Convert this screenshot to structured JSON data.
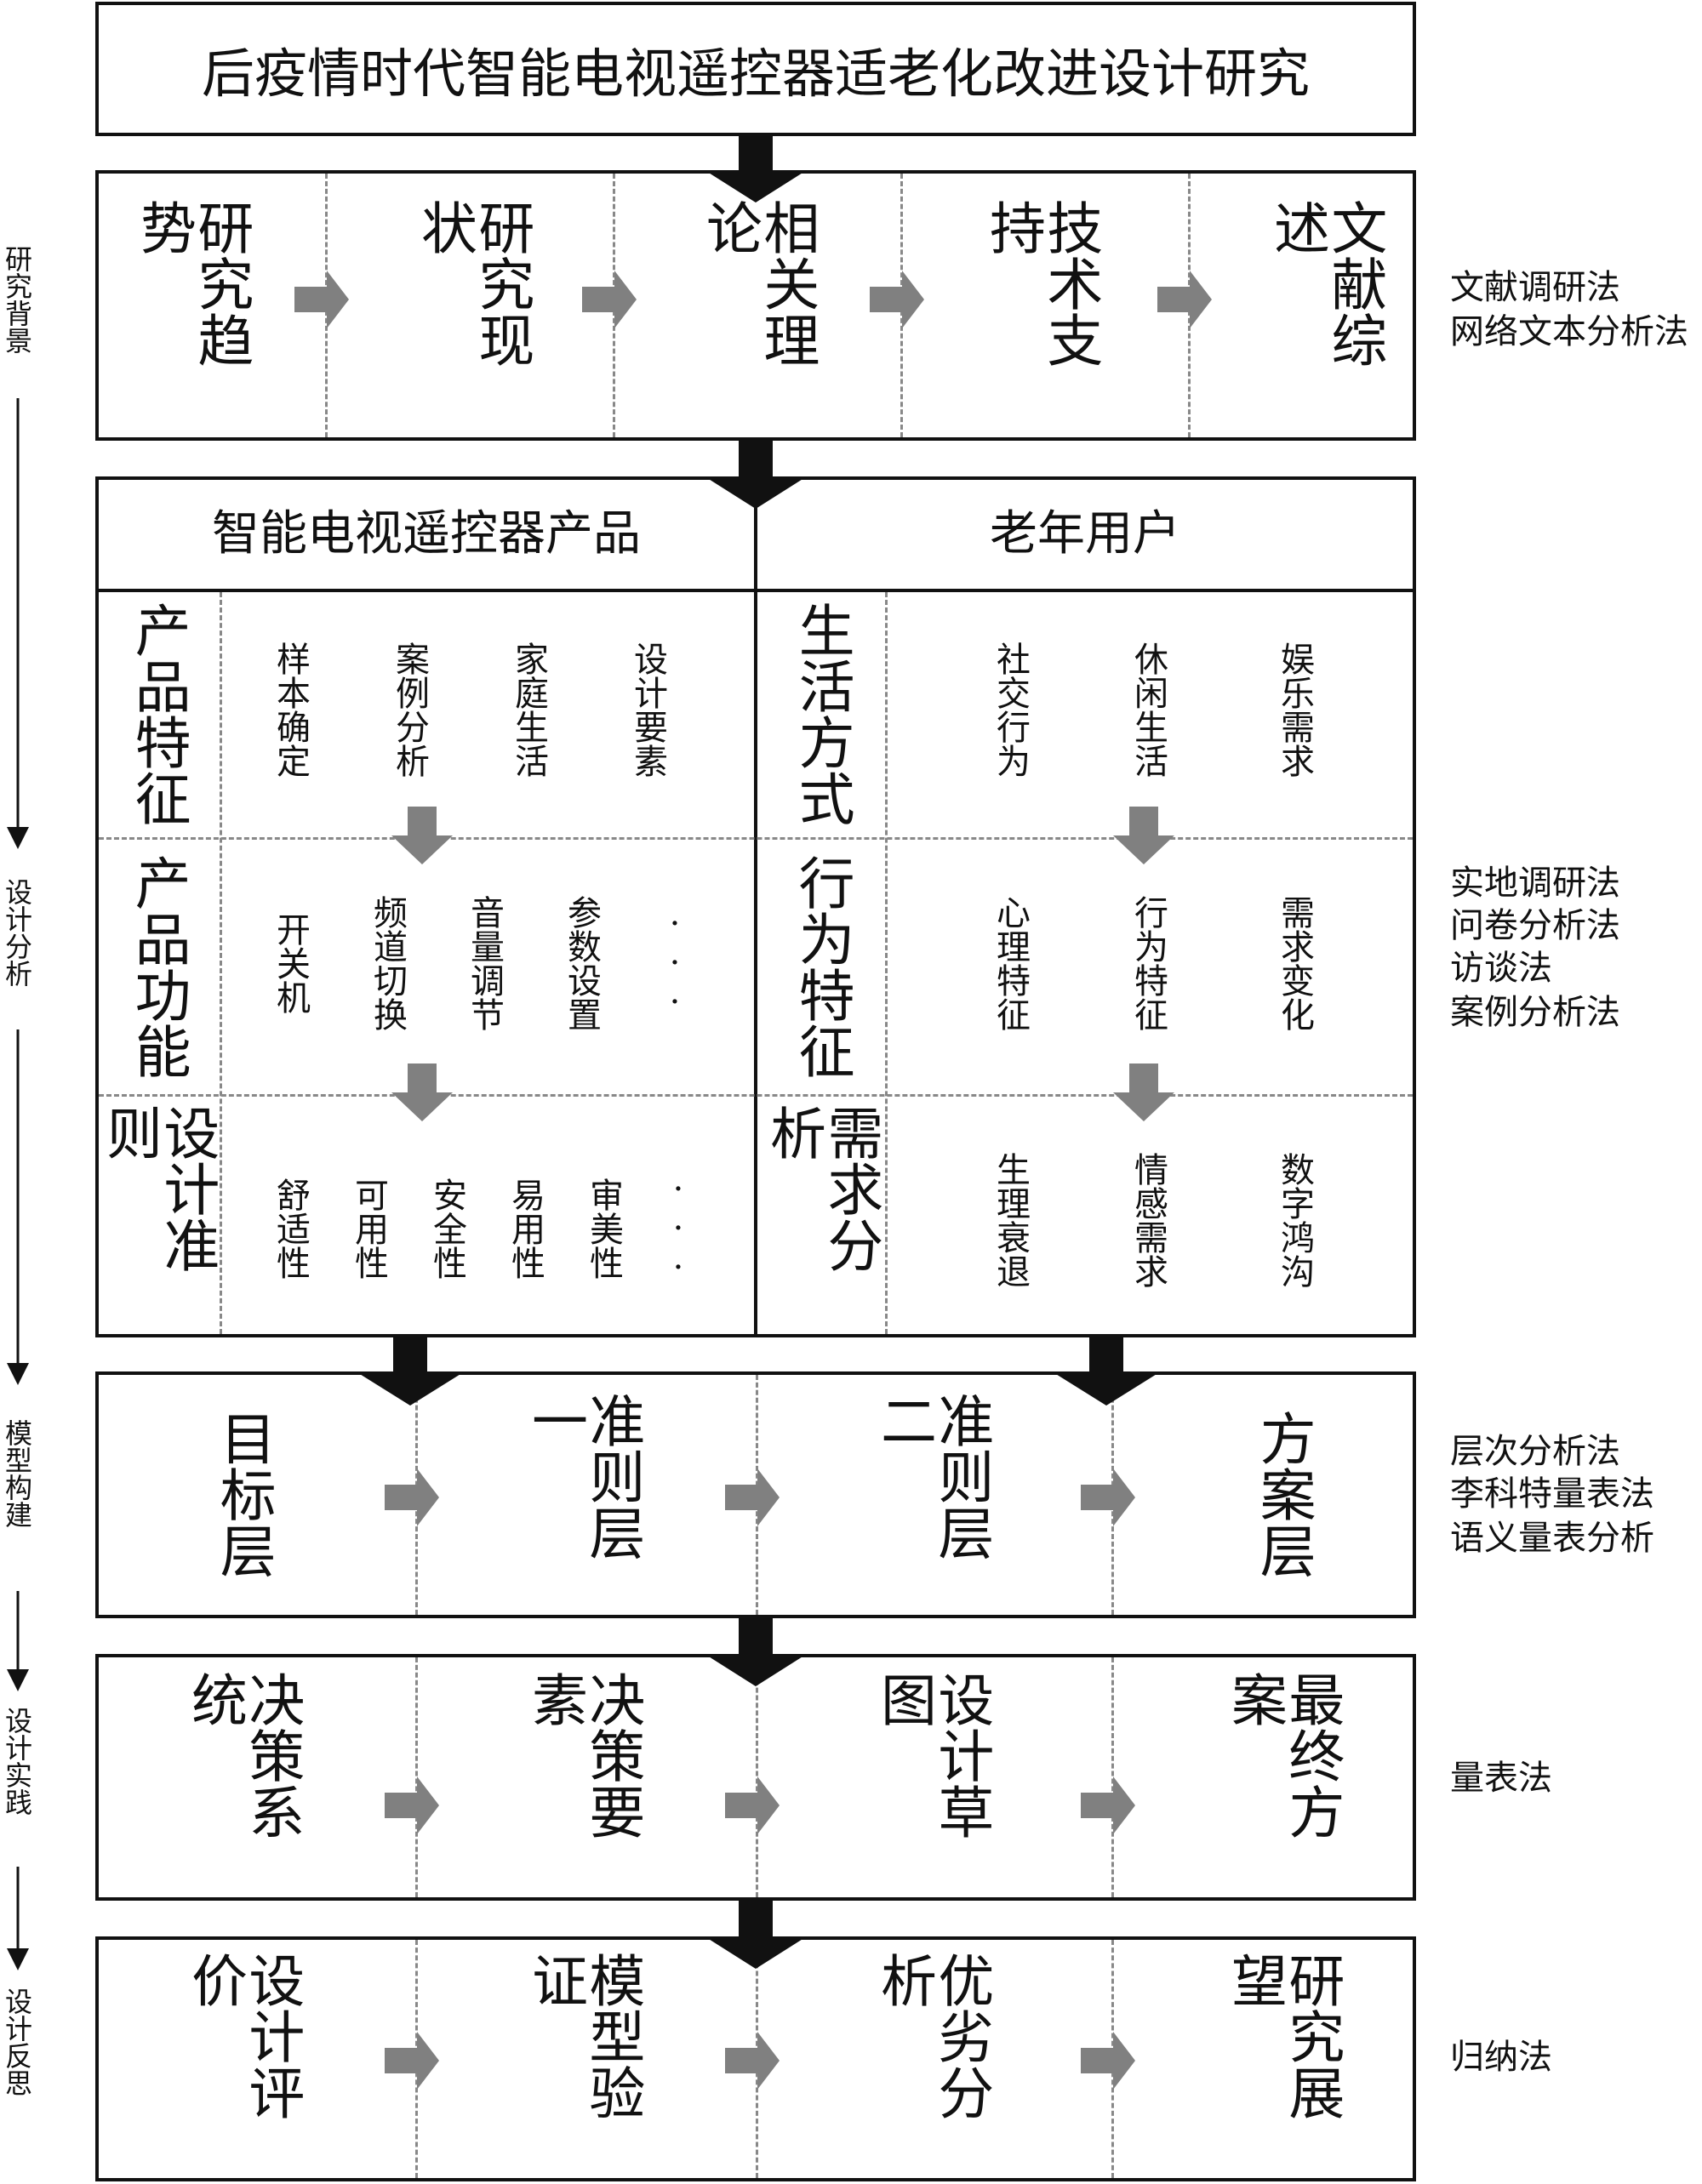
{
  "title": "后疫情时代智能电视遥控器适老化改进设计研究",
  "phases": [
    "研究背景",
    "设计分析",
    "模型构建",
    "设计实践",
    "设计反思"
  ],
  "row1": {
    "items": [
      "研究趋势",
      "研究现状",
      "相关理论",
      "技术支持",
      "文献综述"
    ],
    "methods": [
      "文献调研法",
      "网络文本分析法"
    ]
  },
  "row2": {
    "left": {
      "header": "智能电视遥控器产品",
      "sections": [
        {
          "label": "产品特征",
          "items": [
            "样本确定",
            "案例分析",
            "家庭生活",
            "设计要素"
          ]
        },
        {
          "label": "产品功能",
          "items": [
            "开关机",
            "频道切换",
            "音量调节",
            "参数设置",
            "···"
          ]
        },
        {
          "label": "设计准则",
          "items": [
            "舒适性",
            "可用性",
            "安全性",
            "易用性",
            "审美性",
            "···"
          ]
        }
      ]
    },
    "right": {
      "header": "老年用户",
      "sections": [
        {
          "label": "生活方式",
          "items": [
            "社交行为",
            "休闲生活",
            "娱乐需求"
          ]
        },
        {
          "label": "行为特征",
          "items": [
            "心理特征",
            "行为特征",
            "需求变化"
          ]
        },
        {
          "label": "需求分析",
          "items": [
            "生理衰退",
            "情感需求",
            "数字鸿沟"
          ]
        }
      ]
    },
    "methods": [
      "实地调研法",
      "问卷分析法",
      "访谈法",
      "案例分析法"
    ]
  },
  "row3": {
    "items": [
      "目标层",
      "准则层一",
      "准则层二",
      "方案层"
    ],
    "methods": [
      "层次分析法",
      "李科特量表法",
      "语义量表分析"
    ]
  },
  "row4": {
    "items": [
      "决策系统",
      "决策要素",
      "设计草图",
      "最终方案"
    ],
    "methods": [
      "量表法"
    ]
  },
  "row5": {
    "items": [
      "设计评价",
      "模型验证",
      "优劣分析",
      "研究展望"
    ],
    "methods": [
      "归纳法"
    ]
  },
  "colors": {
    "line": "#111111",
    "arrow_gray": "#808080",
    "dash": "#888888"
  }
}
